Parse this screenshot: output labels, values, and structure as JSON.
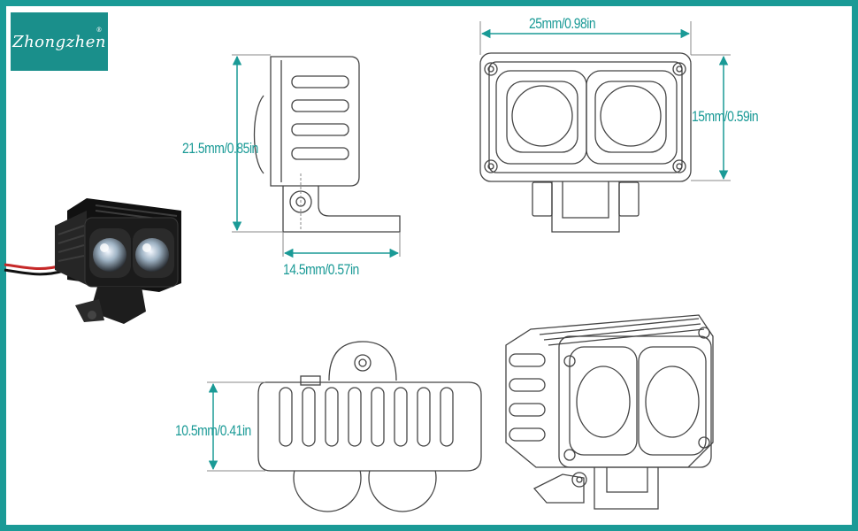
{
  "brand": {
    "name": "Zhongzhen",
    "mark": "®"
  },
  "dimensions": {
    "width": "25mm/0.98in",
    "height_front": "15mm/0.59in",
    "height_side": "21.5mm/0.85in",
    "depth_side": "14.5mm/0.57in",
    "height_top": "10.5mm/0.41in"
  },
  "colors": {
    "accent": "#1a9a96",
    "line": "#444444",
    "product_body": "#1c1c1c"
  }
}
